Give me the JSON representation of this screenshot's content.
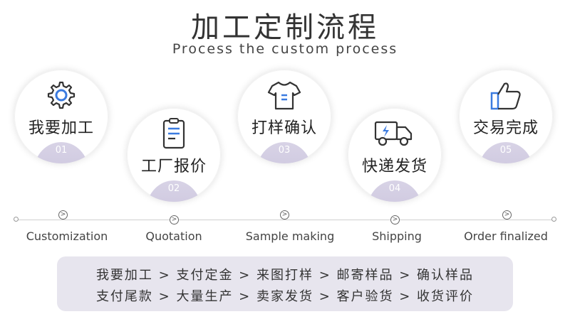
{
  "header": {
    "title": "加工定制流程",
    "subtitle": "Process the custom process"
  },
  "steps": [
    {
      "name": "我要加工",
      "number": "01",
      "caption": "Customization",
      "icon": "gear-icon"
    },
    {
      "name": "工厂报价",
      "number": "02",
      "caption": "Quotation",
      "icon": "clipboard-icon"
    },
    {
      "name": "打样确认",
      "number": "03",
      "caption": "Sample making",
      "icon": "tshirt-icon"
    },
    {
      "name": "快递发货",
      "number": "04",
      "caption": "Shipping",
      "icon": "truck-icon"
    },
    {
      "name": "交易完成",
      "number": "05",
      "caption": "Order finalized",
      "icon": "thumbs-up-icon"
    }
  ],
  "arrow_glyph": ">",
  "flow": {
    "line1": "我要加工 > 支付定金 > 来图打样 > 邮寄样品 > 确认样品",
    "line2": "支付尾款 > 大量生产 > 卖家发货 > 客户验货 > 收货评价"
  },
  "colors": {
    "accent_blue": "#3b7be0",
    "icon_dark": "#333333",
    "number_tab": "#d3cde3",
    "flow_box": "#e7e5ee"
  }
}
